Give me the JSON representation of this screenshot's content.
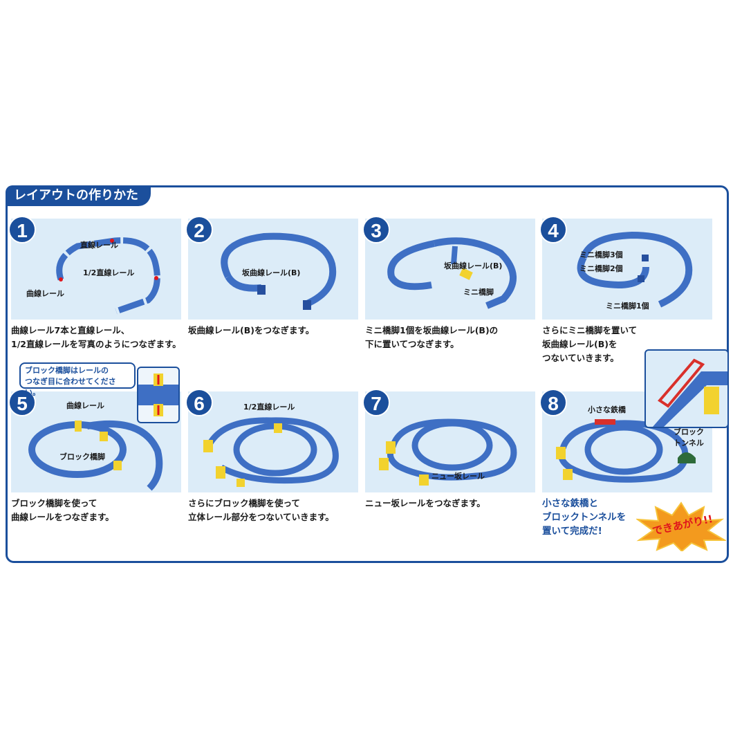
{
  "title": "レイアウトの作りかた",
  "steps": [
    {
      "num": "1",
      "labels": {
        "straight": "直線レール",
        "half": "1/2直線レール",
        "curve": "曲線レール"
      },
      "caption": "曲線レール7本と直線レール、\n1/2直線レールを写真のようにつなぎます。"
    },
    {
      "num": "2",
      "labels": {
        "slope": "坂曲線レール(B)"
      },
      "caption": "坂曲線レール(B)をつなぎます。"
    },
    {
      "num": "3",
      "labels": {
        "slope": "坂曲線レール(B)",
        "mini": "ミニ橋脚"
      },
      "caption": "ミニ橋脚1個を坂曲線レール(B)の\n下に置いてつなぎます。"
    },
    {
      "num": "4",
      "labels": {
        "m3": "ミニ橋脚3個",
        "m2": "ミニ橋脚2個",
        "m1": "ミニ橋脚1個"
      },
      "caption": "さらにミニ橋脚を置いて\n坂曲線レール(B)を\nつないていきます。"
    },
    {
      "num": "5",
      "labels": {
        "curve": "曲線レール",
        "block": "ブロック橋脚"
      },
      "note": "ブロック橋脚はレールの\nつなぎ目に合わせてください。",
      "caption": "ブロック橋脚を使って\n曲線レールをつなぎます。"
    },
    {
      "num": "6",
      "labels": {
        "half": "1/2直線レール"
      },
      "caption": "さらにブロック橋脚を使って\n立体レール部分をつないていきます。"
    },
    {
      "num": "7",
      "labels": {
        "newslope": "ニュー坂レール"
      },
      "caption": "ニュー坂レールをつなぎます。"
    },
    {
      "num": "8",
      "labels": {
        "bridge": "小さな鉄橋",
        "tunnel": "ブロック\nトンネル"
      },
      "caption": "小さな鉄橋と\nブロックトンネルを\n置いて完成だ!",
      "burst": "できあがり!!"
    }
  ],
  "colors": {
    "rail": "#3e6fc4",
    "rail_dark": "#264f9e",
    "pier": "#f2d22e",
    "accent": "#1b4f9c",
    "bridge": "#d9302b",
    "tunnel": "#2e6b3a"
  }
}
